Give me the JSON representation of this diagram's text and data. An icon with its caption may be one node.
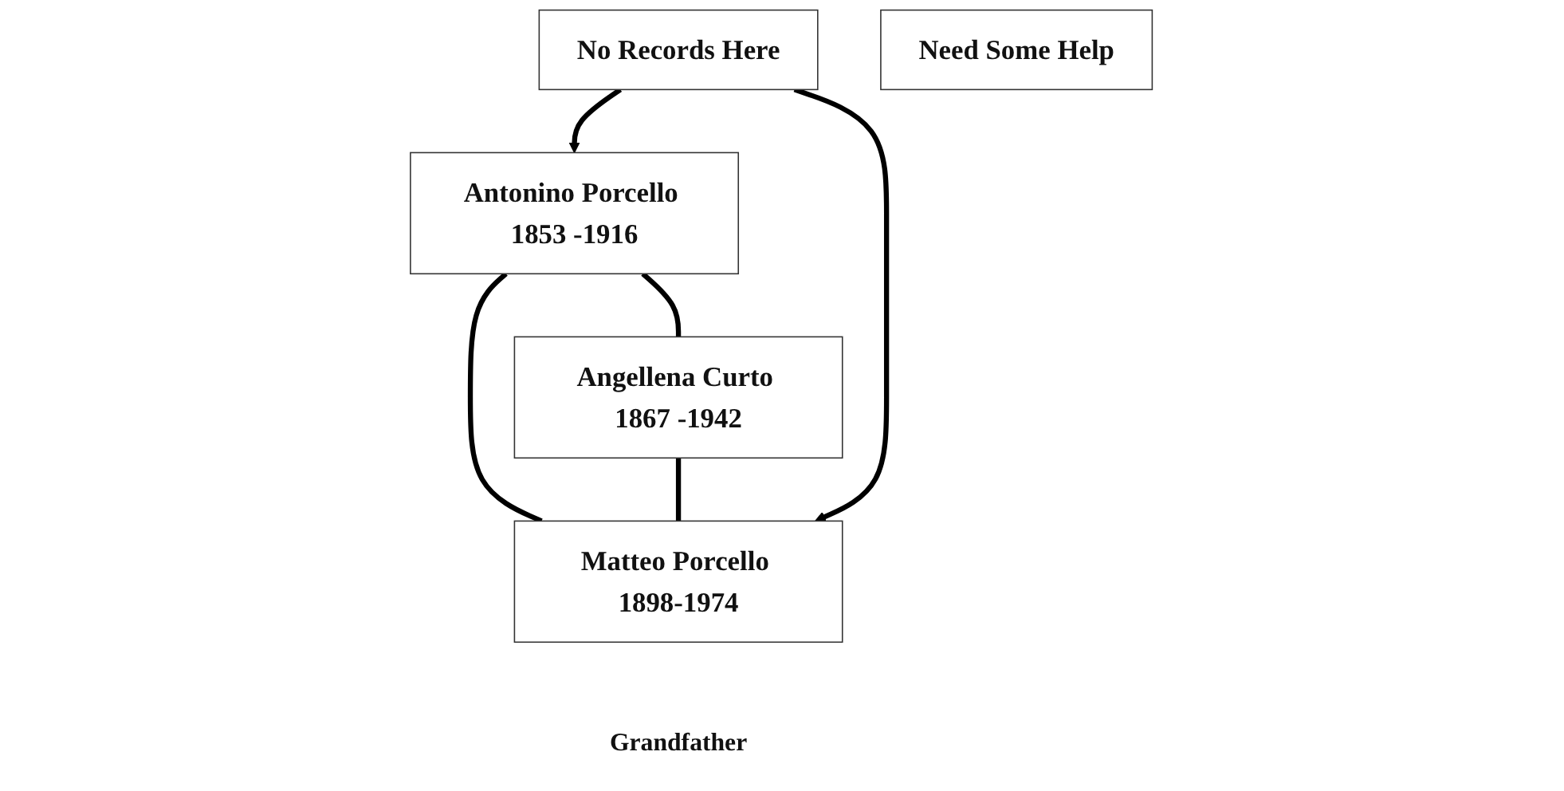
{
  "diagram": {
    "nodes": [
      {
        "text": [
          "Antonino Porcello 1853 -1916"
        ]
      },
      {
        "text": [
          "Angellena Curto 1867 -1942"
        ]
      },
      {
        "text": [
          "No Records Here"
        ]
      },
      {
        "text": [
          "Matteo Porcello 1898-1974"
        ],
        "beside": [
          "Grandfather"
        ]
      },
      {
        "text": [
          "Need Some Help"
        ]
      }
    ],
    "edges": [
      {
        "from": 0,
        "to": 1,
        "arrow": "none"
      },
      {
        "from": 0,
        "to": 3,
        "arrow": "none"
      },
      {
        "from": 1,
        "to": 3,
        "arrow": "none"
      },
      {
        "from": 2,
        "to": 0,
        "arrow": "to"
      },
      {
        "from": 2,
        "to": 3,
        "arrow": "to"
      }
    ]
  }
}
